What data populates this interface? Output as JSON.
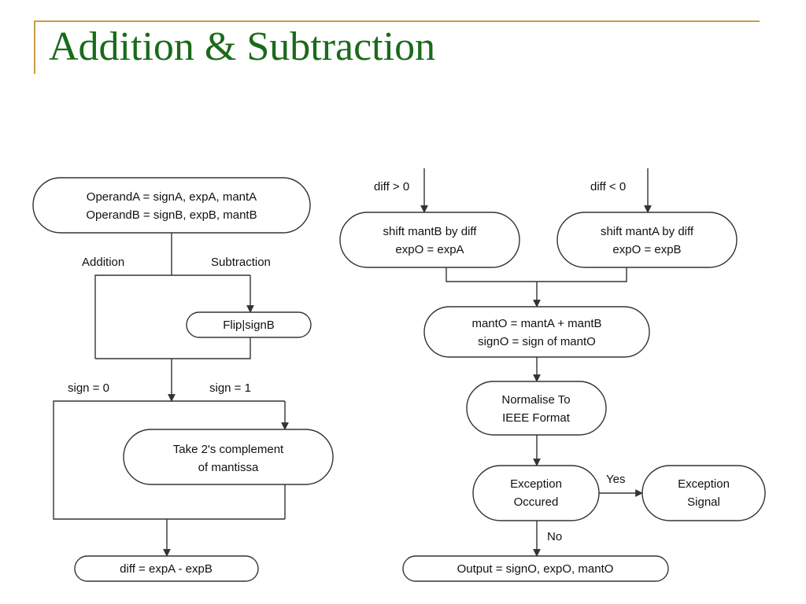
{
  "slide": {
    "title": "Addition & Subtraction"
  },
  "colors": {
    "title": "#1a6a1a",
    "accent": "#c8a040",
    "line": "#333333"
  },
  "nodes": {
    "operands": [
      "OperandA = signA, expA, mantA",
      "OperandB = signB, expB, mantB"
    ],
    "flip_sign": "Flip|signB",
    "twos_complement": [
      "Take 2's complement",
      "of mantissa"
    ],
    "diff": "diff = expA - expB",
    "shift_mant_b": [
      "shift mantB by diff",
      "expO = expA"
    ],
    "shift_mant_a": [
      "shift mantA by diff",
      "expO = expB"
    ],
    "add_mantissas": [
      "mantO = mantA + mantB",
      "signO = sign of mantO"
    ],
    "normalise": [
      "Normalise To",
      "IEEE Format"
    ],
    "exception_check": [
      "Exception",
      "Occured"
    ],
    "exception_signal": [
      "Exception",
      "Signal"
    ],
    "output": "Output = signO, expO, mantO"
  },
  "labels": {
    "addition": "Addition",
    "subtraction": "Subtraction",
    "sign_0": "sign = 0",
    "sign_1": "sign = 1",
    "diff_gt_0": "diff > 0",
    "diff_lt_0": "diff < 0",
    "yes": "Yes",
    "no": "No"
  }
}
